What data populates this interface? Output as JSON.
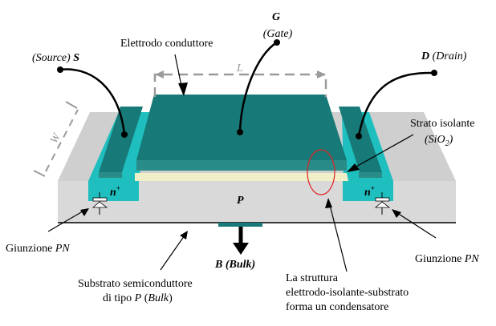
{
  "labels": {
    "gate_letter": "G",
    "gate_name": "(Gate)",
    "source_name": "(Source)",
    "source_letter": "S",
    "drain_letter": "D",
    "drain_name": "(Drain)",
    "electrode": "Elettrodo conduttore",
    "length": "L",
    "width": "W",
    "insulator_line1": "Strato isolante",
    "insulator_line2": "(SiO",
    "insulator_sub": "2",
    "insulator_close": ")",
    "n_left": "n",
    "n_right": "n",
    "n_sup": "+",
    "p_region": "P",
    "junction_left_a": "Giunzione ",
    "junction_left_b": "PN",
    "junction_right_a": "Giunzione ",
    "junction_right_b": "PN",
    "bulk": "B (Bulk)",
    "substrate_line1": "Substrato semiconduttore",
    "substrate_line2_a": "di tipo ",
    "substrate_line2_b": "P",
    "substrate_line2_c": " (",
    "substrate_line2_d": "Bulk",
    "substrate_line2_e": ")",
    "capacitor_line1": "La struttura",
    "capacitor_line2": "elettrodo-isolante-substrato",
    "capacitor_line3": "forma un condensatore"
  },
  "colors": {
    "substrate": "#d9d9d9",
    "substrate_top": "#c8c8c8",
    "nplus": "#1fbfbf",
    "electrode": "#177a78",
    "electrode_side": "#2a8c89",
    "oxide": "#f0efc8",
    "dim_line": "#9a9a9a",
    "highlight": "#e02020"
  }
}
